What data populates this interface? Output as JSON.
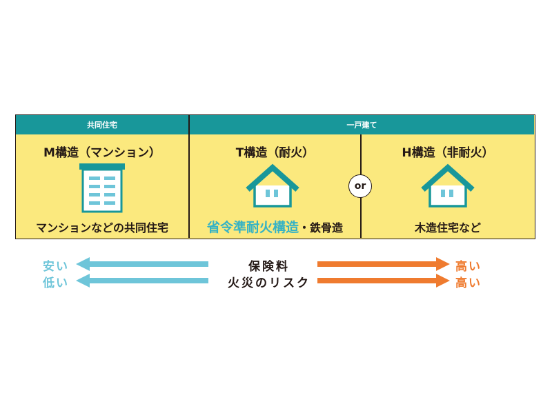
{
  "headers": {
    "shared": "共同住宅",
    "detached": "一戸建て"
  },
  "columns": [
    {
      "title": "M構造（マンション）",
      "caption": "マンションなどの共同住宅",
      "icon": "apartment-icon"
    },
    {
      "title": "T構造（耐火）",
      "caption_highlight": "省令準耐火構造",
      "caption_rest": "・鉄骨造",
      "icon": "house-icon"
    },
    {
      "title": "H構造（非耐火）",
      "caption": "木造住宅など",
      "icon": "house-icon"
    }
  ],
  "or_label": "or",
  "scale": {
    "left_labels": [
      "安い",
      "低い"
    ],
    "center_labels": [
      "保険料",
      "火災のリスク"
    ],
    "right_labels": [
      "高い",
      "高い"
    ]
  },
  "colors": {
    "teal": "#18979a",
    "yellow": "#fbe97e",
    "light_blue": "#6ec5d9",
    "orange": "#ef7b2f",
    "highlight": "#35b2c5"
  }
}
